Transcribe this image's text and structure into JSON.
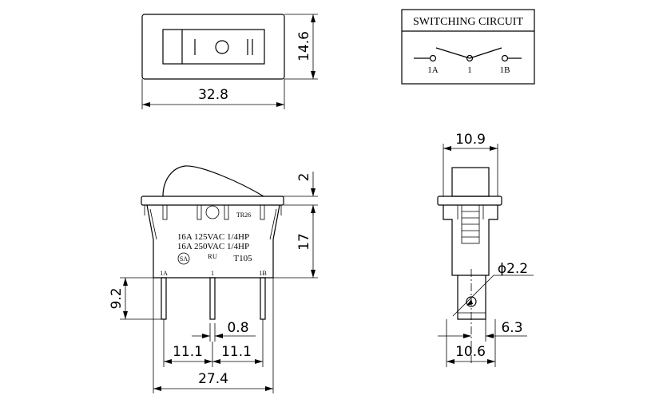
{
  "dimensions": {
    "top_width": "32.8",
    "top_height": "14.6",
    "rocker_height": "2",
    "body_height": "17",
    "terminal_length": "9.2",
    "terminal_thickness": "0.8",
    "pitch_left": "11.1",
    "pitch_right": "11.1",
    "overall_width": "27.4",
    "side_width": "10.9",
    "hole_diameter": "ϕ2.2",
    "terminal_width": "6.3",
    "side_bottom_width": "10.6"
  },
  "switching_circuit": {
    "title": "SWITCHING CIRCUIT",
    "terminals": [
      "1A",
      "1",
      "1B"
    ]
  },
  "front_view": {
    "model_code": "TR26",
    "rating_line_1": "16A 125VAC 1/4HP",
    "rating_line_2": "16A 250VAC 1/4HP",
    "cert_csa": "SA",
    "cert_ul": "ᴿᵁ",
    "type_code": "T105",
    "terminal_labels": [
      "1A",
      "1",
      "1B"
    ]
  }
}
